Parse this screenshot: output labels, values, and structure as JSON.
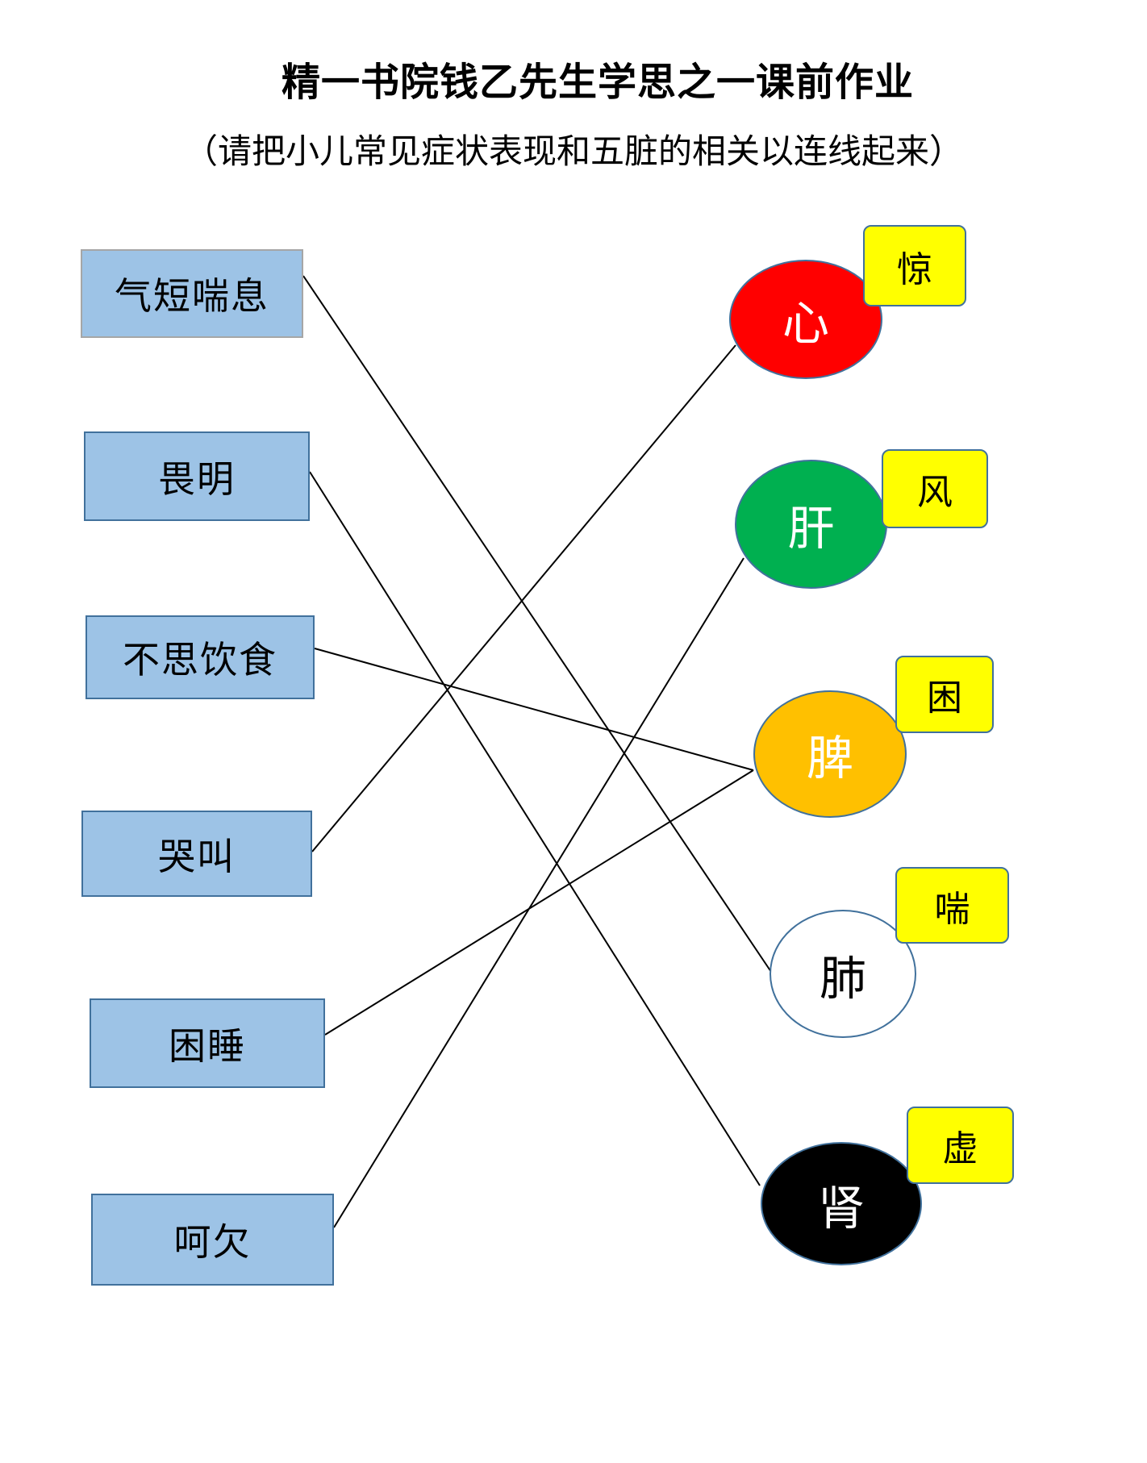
{
  "title": "精一书院钱乙先生学思之一课前作业",
  "subtitle": "（请把小儿常见症状表现和五脏的相关以连线起来）",
  "symptoms": [
    {
      "label": "气短喘息"
    },
    {
      "label": "畏明"
    },
    {
      "label": "不思饮食"
    },
    {
      "label": "哭叫"
    },
    {
      "label": "困睡"
    },
    {
      "label": "呵欠"
    }
  ],
  "organs": [
    {
      "label": "心",
      "tag": "惊",
      "fill": "#ff0000",
      "text_color": "#ffffff"
    },
    {
      "label": "肝",
      "tag": "风",
      "fill": "#00b050",
      "text_color": "#ffffff"
    },
    {
      "label": "脾",
      "tag": "困",
      "fill": "#ffc000",
      "text_color": "#ffffff"
    },
    {
      "label": "肺",
      "tag": "喘",
      "fill": "#ffffff",
      "text_color": "#000000"
    },
    {
      "label": "肾",
      "tag": "虚",
      "fill": "#000000",
      "text_color": "#ffffff"
    }
  ],
  "tag_color": "#ffff00",
  "connections": [
    {
      "from": "气短喘息",
      "to": "肺"
    },
    {
      "from": "畏明",
      "to": "肾"
    },
    {
      "from": "不思饮食",
      "to": "脾"
    },
    {
      "from": "哭叫",
      "to": "心"
    },
    {
      "from": "困睡",
      "to": "脾"
    },
    {
      "from": "呵欠",
      "to": "肝"
    }
  ]
}
